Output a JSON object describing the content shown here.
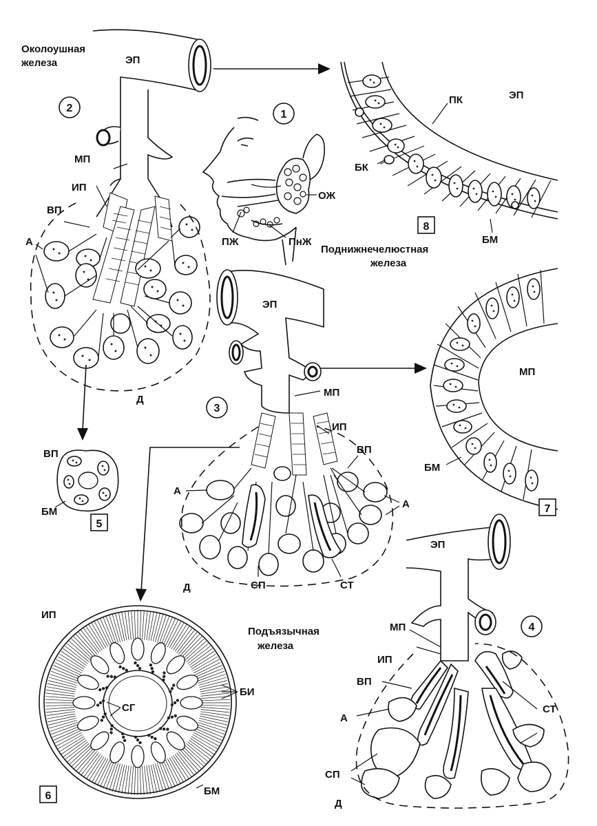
{
  "glands": {
    "parotid": "Околоушная\nжелеза",
    "submandibular": "Поднижнечелюстная\nжелеза",
    "sublingual": "Подъязычная\nжелеза"
  },
  "numbers": [
    "1",
    "2",
    "3",
    "4",
    "5",
    "6",
    "7",
    "8"
  ],
  "labels": {
    "ep": "ЭП",
    "mp": "МП",
    "ip": "ИП",
    "vp": "ВП",
    "a": "А",
    "d": "Д",
    "oz": "ОЖ",
    "pz": "ПЖ",
    "pnz": "ПнЖ",
    "pk": "ПК",
    "bk": "БК",
    "bm": "БМ",
    "sp": "СП",
    "st": "СТ",
    "sg": "СГ",
    "bi": "БИ"
  }
}
